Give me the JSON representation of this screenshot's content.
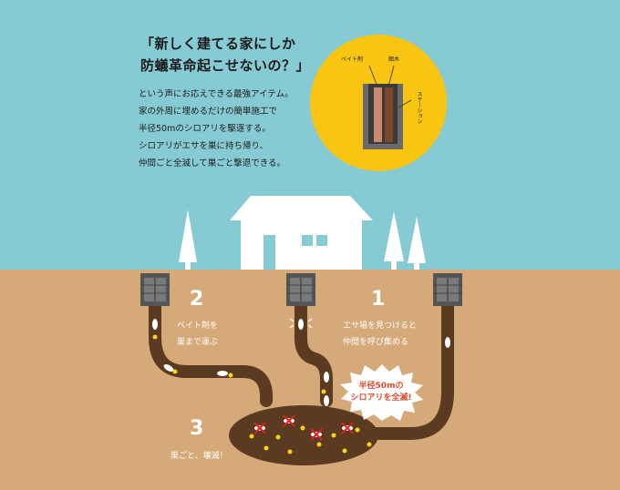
{
  "headline": {
    "line1": "「新しく建てる家にしか",
    "line2": "防蟻革命起こせないの？」"
  },
  "body": {
    "line1": "という声にお応えできる最強アイテム。",
    "line2": "家の外周に埋めるだけの簡単施工で",
    "line3": "半径50mのシロアリを駆逐する。",
    "line4": "シロアリがエサを巣に持ち帰り、",
    "line5": "仲間ごと全滅して巣ごと撃退できる。"
  },
  "inset": {
    "bait_label": "ベイト剤",
    "wood_label": "餌木",
    "station_label": "ステーション"
  },
  "steps": [
    {
      "num": "1",
      "line1": "エサ場を見つけると",
      "line2": "仲間を呼び集める"
    },
    {
      "num": "2",
      "line1": "ベイト剤を",
      "line2": "巣まで運ぶ"
    },
    {
      "num": "3",
      "line1": "巣ごと、壊滅！"
    }
  ],
  "burst": {
    "line1": "半径50mの",
    "line2": "シロアリを全滅!"
  },
  "colors": {
    "sky": "#86cad3",
    "ground": "#d5a978",
    "tunnel": "#5b3a22",
    "sun": "#f7c512",
    "burst_text": "#e14b2d"
  }
}
